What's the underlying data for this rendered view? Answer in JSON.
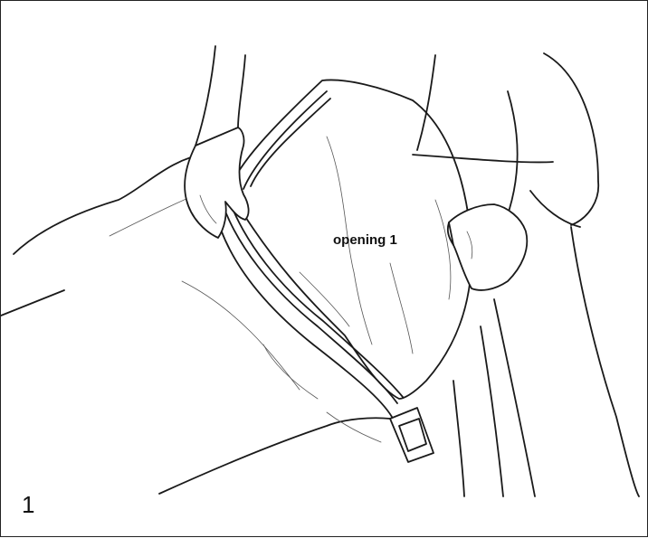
{
  "figure": {
    "label_text": "opening 1",
    "step_number": "1",
    "depicts": "person-holding-open-zippered-cover"
  }
}
